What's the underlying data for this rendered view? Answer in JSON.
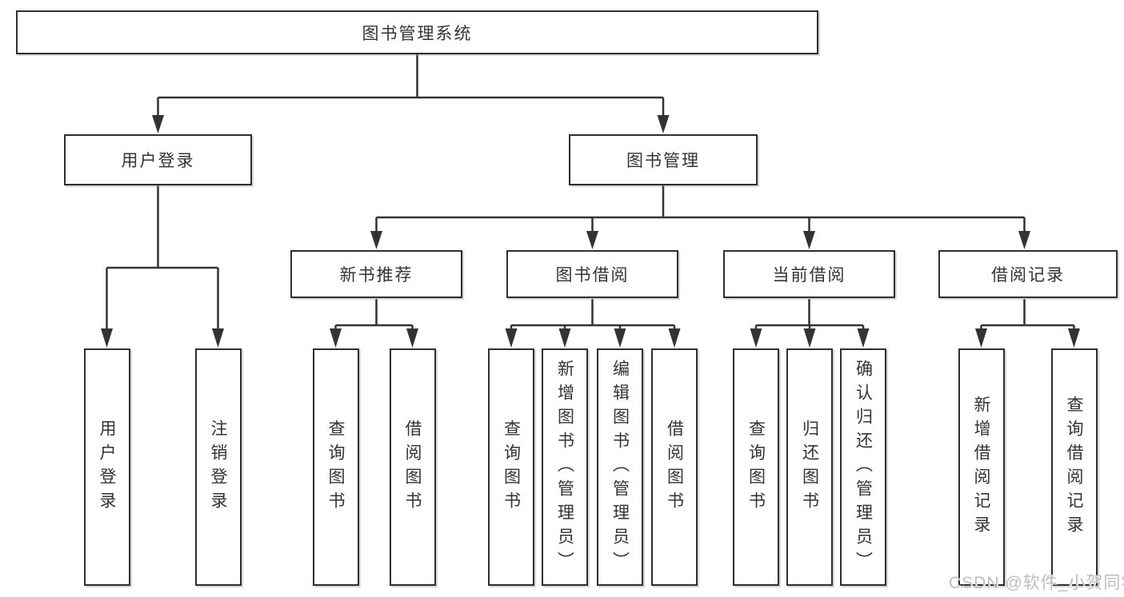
{
  "diagram": {
    "title": "图书管理系统",
    "root": {
      "label": "图书管理系统"
    },
    "branches": [
      {
        "label": "用户登录",
        "children": [
          {
            "label": "用户登录"
          },
          {
            "label": "注销登录"
          }
        ]
      },
      {
        "label": "图书管理",
        "children": [
          {
            "label": "新书推荐",
            "children": [
              {
                "label": "查询图书"
              },
              {
                "label": "借阅图书"
              }
            ]
          },
          {
            "label": "图书借阅",
            "children": [
              {
                "label": "查询图书"
              },
              {
                "label": "新增图书（管理员）"
              },
              {
                "label": "编辑图书（管理员）"
              },
              {
                "label": "借阅图书"
              }
            ]
          },
          {
            "label": "当前借阅",
            "children": [
              {
                "label": "查询图书"
              },
              {
                "label": "归还图书"
              },
              {
                "label": "确认归还（管理员）"
              }
            ]
          },
          {
            "label": "借阅记录",
            "children": [
              {
                "label": "新增借阅记录"
              },
              {
                "label": "查询借阅记录"
              }
            ]
          }
        ]
      }
    ]
  },
  "watermark": {
    "text": "CSDN @软件_小贺同学"
  },
  "colors": {
    "line": "#333333",
    "box_border": "#2f2f2f",
    "text": "#333333",
    "background": "#ffffff",
    "watermark": "#bdbdc2"
  }
}
